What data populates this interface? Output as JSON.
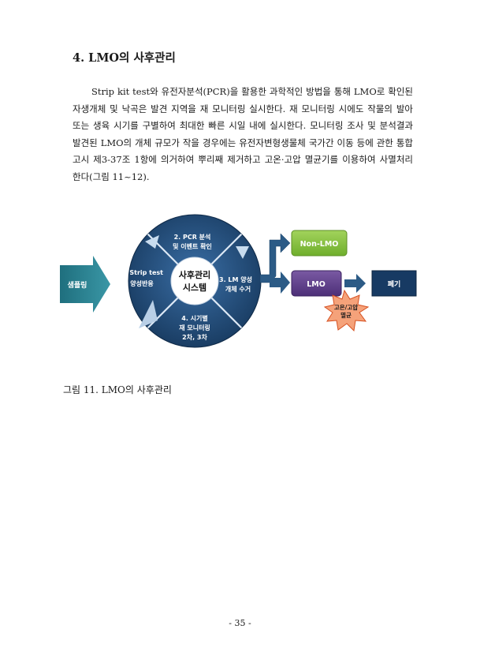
{
  "section": {
    "heading": "4. LMO의 사후관리",
    "body": "Strip kit test와 유전자분석(PCR)을 활용한 과학적인 방법을 통해 LMO로 확인된 자생개체 및 낙곡은 발견 지역을 재 모니터링 실시한다. 재 모니터링 시에도 작물의 발아 또는 생육 시기를 구별하여 최대한 빠른 시일 내에 실시한다. 모니터링 조사 및 분석결과 발견된 LMO의 개체 규모가 작을 경우에는 유전자변형생물체 국가간 이동 등에 관한 통합고시 제3-37조 1항에 의거하여 뿌리째 제거하고 고온·고압 멸균기를 이용하여 사멸처리 한다(그림 11~12)."
  },
  "diagram": {
    "input_label": "샘플링",
    "center": {
      "line1": "사후관리",
      "line2": "시스템"
    },
    "segments": {
      "top": {
        "line1": "2. PCR 분석",
        "line2": "및 이벤트 확인"
      },
      "left": {
        "line1": "1. Strip test",
        "line2": "양성반응"
      },
      "right": {
        "line1": "3. LM 양성",
        "line2": "개체 수거"
      },
      "bottom": {
        "line1": "4. 시기별",
        "line2": "재 모니터링",
        "line3": "2차, 3차"
      }
    },
    "non_lmo_label": "Non-LMO",
    "lmo_label": "LMO",
    "disposal_label": "폐기",
    "sterilize": {
      "line1": "고온/고압",
      "line2": "멸균"
    }
  },
  "caption": "그림 11.   LMO의 사후관리",
  "page_number": "- 35 -"
}
